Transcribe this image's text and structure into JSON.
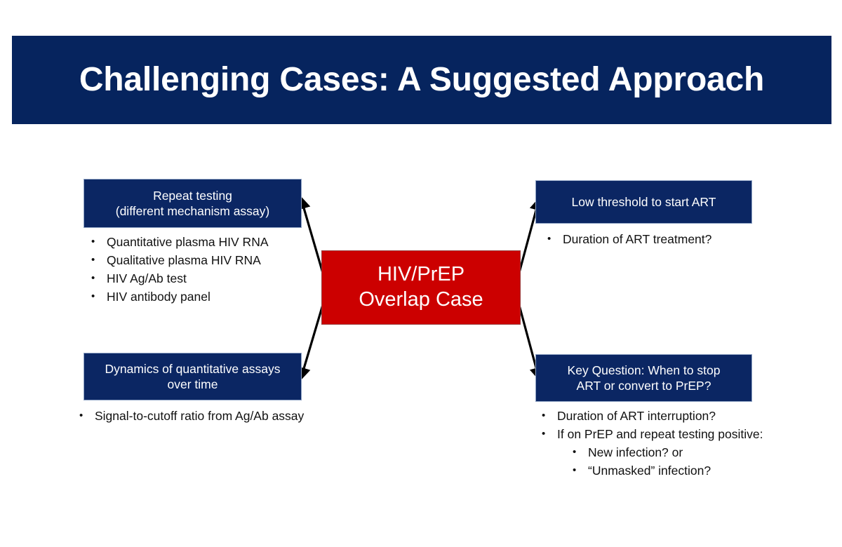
{
  "slide": {
    "title": "Challenging Cases: A Suggested Approach",
    "background_color": "#ffffff",
    "banner_color": "#06245e",
    "node_color": "#0b2663",
    "center_color": "#cc0000",
    "text_color": "#111111"
  },
  "center_node": {
    "name": "HIV/PrEP Overlap Case",
    "line1": "HIV/PrEP",
    "line2": "Overlap Case"
  },
  "nodes": {
    "repeat_testing": {
      "line1": "Repeat testing",
      "line2": "(different mechanism assay)",
      "bullets": [
        {
          "marker": "•",
          "text": "Quantitative plasma HIV RNA",
          "level": 1
        },
        {
          "marker": "•",
          "text": "Qualitative plasma HIV RNA",
          "level": 1
        },
        {
          "marker": "•",
          "text": "HIV Ag/Ab test",
          "level": 1
        },
        {
          "marker": "•",
          "text": "HIV antibody panel",
          "level": 1
        }
      ]
    },
    "dynamics": {
      "line1": "Dynamics of quantitative assays",
      "line2": "over time",
      "bullets": [
        {
          "marker": "•",
          "text": "Signal-to-cutoff ratio from Ag/Ab assay",
          "level": 1
        }
      ]
    },
    "low_threshold": {
      "line1": "Low threshold to start ART",
      "line2": "",
      "bullets": [
        {
          "marker": "•",
          "text": "Duration of ART treatment?",
          "level": 1
        }
      ]
    },
    "key_question": {
      "line1": "Key Question: When to stop",
      "line2": "ART or convert to PrEP?",
      "bullets": [
        {
          "marker": "•",
          "text": "Duration of ART interruption?",
          "level": 1
        },
        {
          "marker": "•",
          "text": "If on PrEP and repeat testing positive:",
          "level": 1
        },
        {
          "marker": "•",
          "text": "New infection? or",
          "level": 2
        },
        {
          "marker": "•",
          "text": "“Unmasked” infection?",
          "level": 2
        }
      ]
    }
  },
  "connectors": [
    {
      "name": "arrow-center-to-repeat-testing",
      "from": "center_node",
      "to": "repeat_testing",
      "direction": "up-left"
    },
    {
      "name": "arrow-center-to-dynamics",
      "from": "center_node",
      "to": "dynamics",
      "direction": "down-left"
    },
    {
      "name": "arrow-center-to-low-threshold",
      "from": "center_node",
      "to": "low_threshold",
      "direction": "up-right"
    },
    {
      "name": "arrow-center-to-key-question",
      "from": "center_node",
      "to": "key_question",
      "direction": "down-right"
    }
  ]
}
